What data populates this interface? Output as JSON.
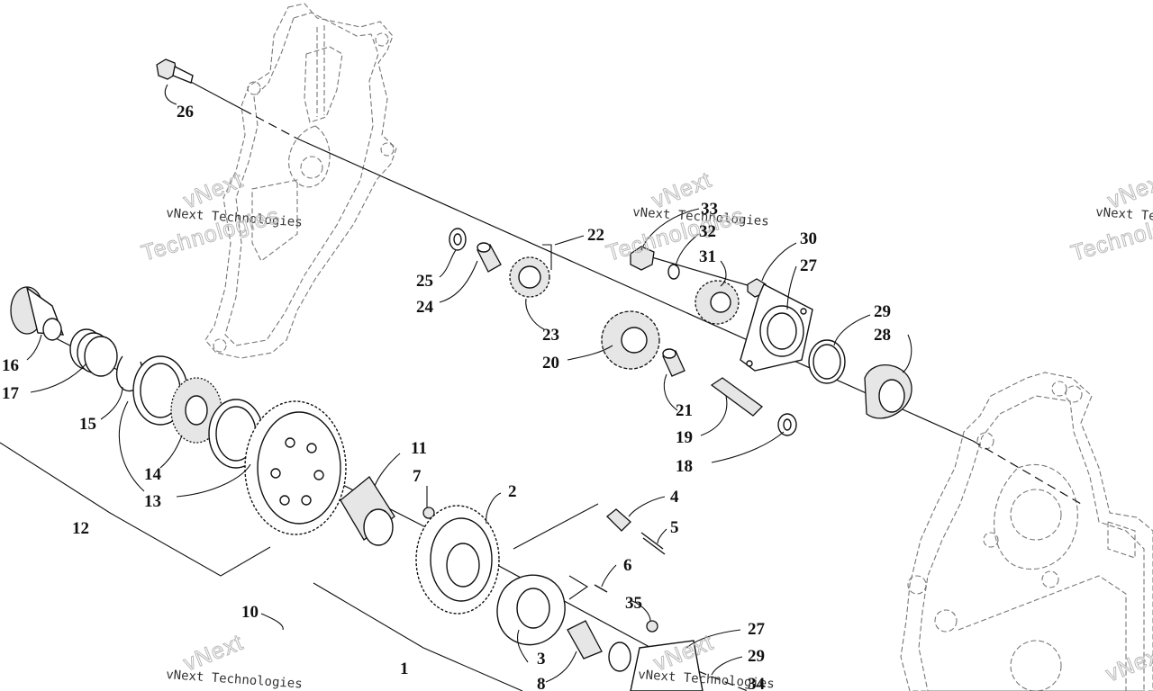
{
  "watermark": {
    "line1": "vNext Technologies",
    "line2": "vNext",
    "line3": "Technologies"
  },
  "callouts": [
    {
      "id": "c26",
      "label": "26"
    },
    {
      "id": "c33",
      "label": "33"
    },
    {
      "id": "c22",
      "label": "22"
    },
    {
      "id": "c32",
      "label": "32"
    },
    {
      "id": "c30",
      "label": "30"
    },
    {
      "id": "c31",
      "label": "31"
    },
    {
      "id": "c27a",
      "label": "27"
    },
    {
      "id": "c25",
      "label": "25"
    },
    {
      "id": "c24",
      "label": "24"
    },
    {
      "id": "c23",
      "label": "23"
    },
    {
      "id": "c29a",
      "label": "29"
    },
    {
      "id": "c28",
      "label": "28"
    },
    {
      "id": "c20",
      "label": "20"
    },
    {
      "id": "c16",
      "label": "16"
    },
    {
      "id": "c17",
      "label": "17"
    },
    {
      "id": "c15",
      "label": "15"
    },
    {
      "id": "c21",
      "label": "21"
    },
    {
      "id": "c19",
      "label": "19"
    },
    {
      "id": "c18",
      "label": "18"
    },
    {
      "id": "c14",
      "label": "14"
    },
    {
      "id": "c11",
      "label": "11"
    },
    {
      "id": "c13",
      "label": "13"
    },
    {
      "id": "c7",
      "label": "7"
    },
    {
      "id": "c2",
      "label": "2"
    },
    {
      "id": "c4",
      "label": "4"
    },
    {
      "id": "c12",
      "label": "12"
    },
    {
      "id": "c5",
      "label": "5"
    },
    {
      "id": "c6",
      "label": "6"
    },
    {
      "id": "c10",
      "label": "10"
    },
    {
      "id": "c35",
      "label": "35"
    },
    {
      "id": "c27b",
      "label": "27"
    },
    {
      "id": "c3",
      "label": "3"
    },
    {
      "id": "c29b",
      "label": "29"
    },
    {
      "id": "c1",
      "label": "1"
    },
    {
      "id": "c8",
      "label": "8"
    },
    {
      "id": "c34",
      "label": "34"
    }
  ]
}
